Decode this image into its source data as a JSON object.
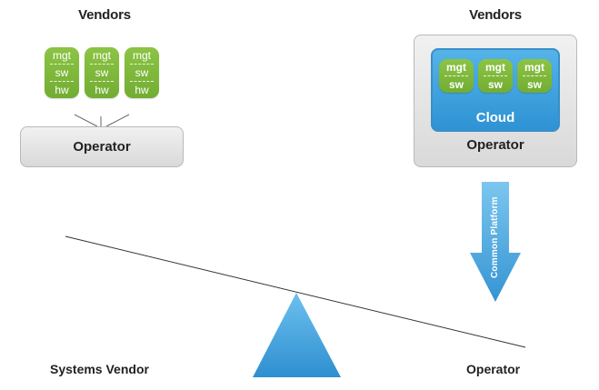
{
  "left_panel": {
    "title": "Vendors",
    "stacks": [
      {
        "layers": [
          "mgt",
          "sw",
          "hw"
        ]
      },
      {
        "layers": [
          "mgt",
          "sw",
          "hw"
        ]
      },
      {
        "layers": [
          "mgt",
          "sw",
          "hw"
        ]
      }
    ],
    "operator_label": "Operator"
  },
  "right_panel": {
    "title": "Vendors",
    "stacks": [
      {
        "layers": [
          "mgt",
          "sw"
        ]
      },
      {
        "layers": [
          "mgt",
          "sw"
        ]
      },
      {
        "layers": [
          "mgt",
          "sw"
        ]
      }
    ],
    "cloud_label": "Cloud",
    "operator_label": "Operator"
  },
  "arrow": {
    "label": "Common Platform"
  },
  "seesaw": {
    "left_label": "Systems Vendor",
    "right_label": "Operator"
  },
  "colors": {
    "green": "#7ab83a",
    "blue": "#3a9ad9",
    "gray": "#dcdcdc"
  }
}
